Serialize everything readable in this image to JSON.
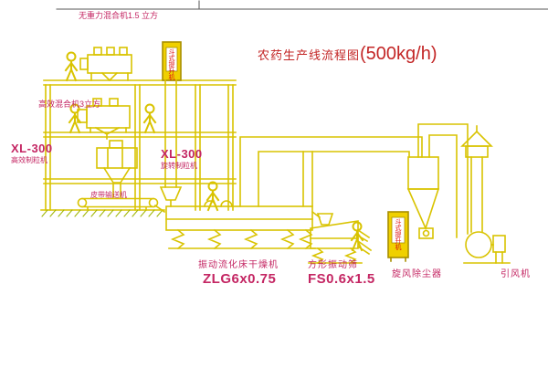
{
  "title": {
    "text": "农药生产线流程图",
    "capacity": "(500kg/h)"
  },
  "equipment_labels": {
    "top_mixer": "无重力混合机1.5 立方",
    "second_mixer": "高效混合机3立方",
    "granulator_left_model": "XL-300",
    "granulator_left_name": "高效制粒机",
    "granulator_mid_model": "XL-300",
    "granulator_mid_name": "旋转制粒机",
    "belt_conveyor": "皮带输送机",
    "dryer_name": "振动流化床干燥机",
    "dryer_model": "ZLG6x0.75",
    "sieve_name": "方形振动筛",
    "sieve_model": "FS0.6x1.5",
    "cyclone_name": "旋风除尘器",
    "fan_name": "引风机",
    "elevator_text": "斗式提升机"
  },
  "colors": {
    "line_yellow": "#d9c300",
    "label_magenta": "#c42663",
    "title_red": "#c32626",
    "elevator_fill": "#f0d000",
    "elevator_text_red": "#dd1111"
  }
}
